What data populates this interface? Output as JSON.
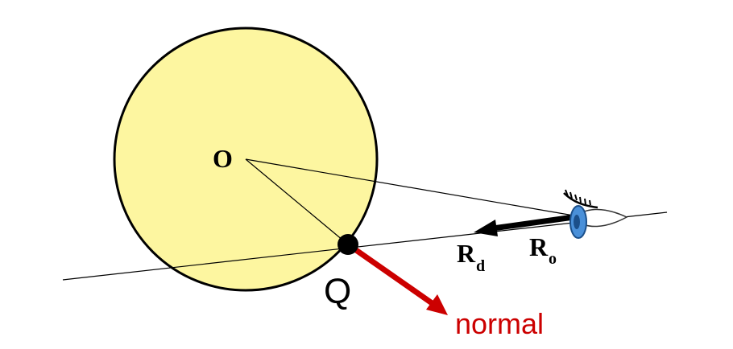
{
  "labels": {
    "origin": "O",
    "hit_point": "Q",
    "ray_direction": "R",
    "ray_direction_sub": "d",
    "ray_origin": "R",
    "ray_origin_sub": "o",
    "normal": "normal"
  },
  "colors": {
    "sphere_fill": "#fdf6a0",
    "sphere_stroke": "#000000",
    "normal_arrow": "#cc0000",
    "ray_line": "#000000",
    "eye_iris": "#4a90d9"
  },
  "icons": {
    "eye": "eye-icon"
  }
}
